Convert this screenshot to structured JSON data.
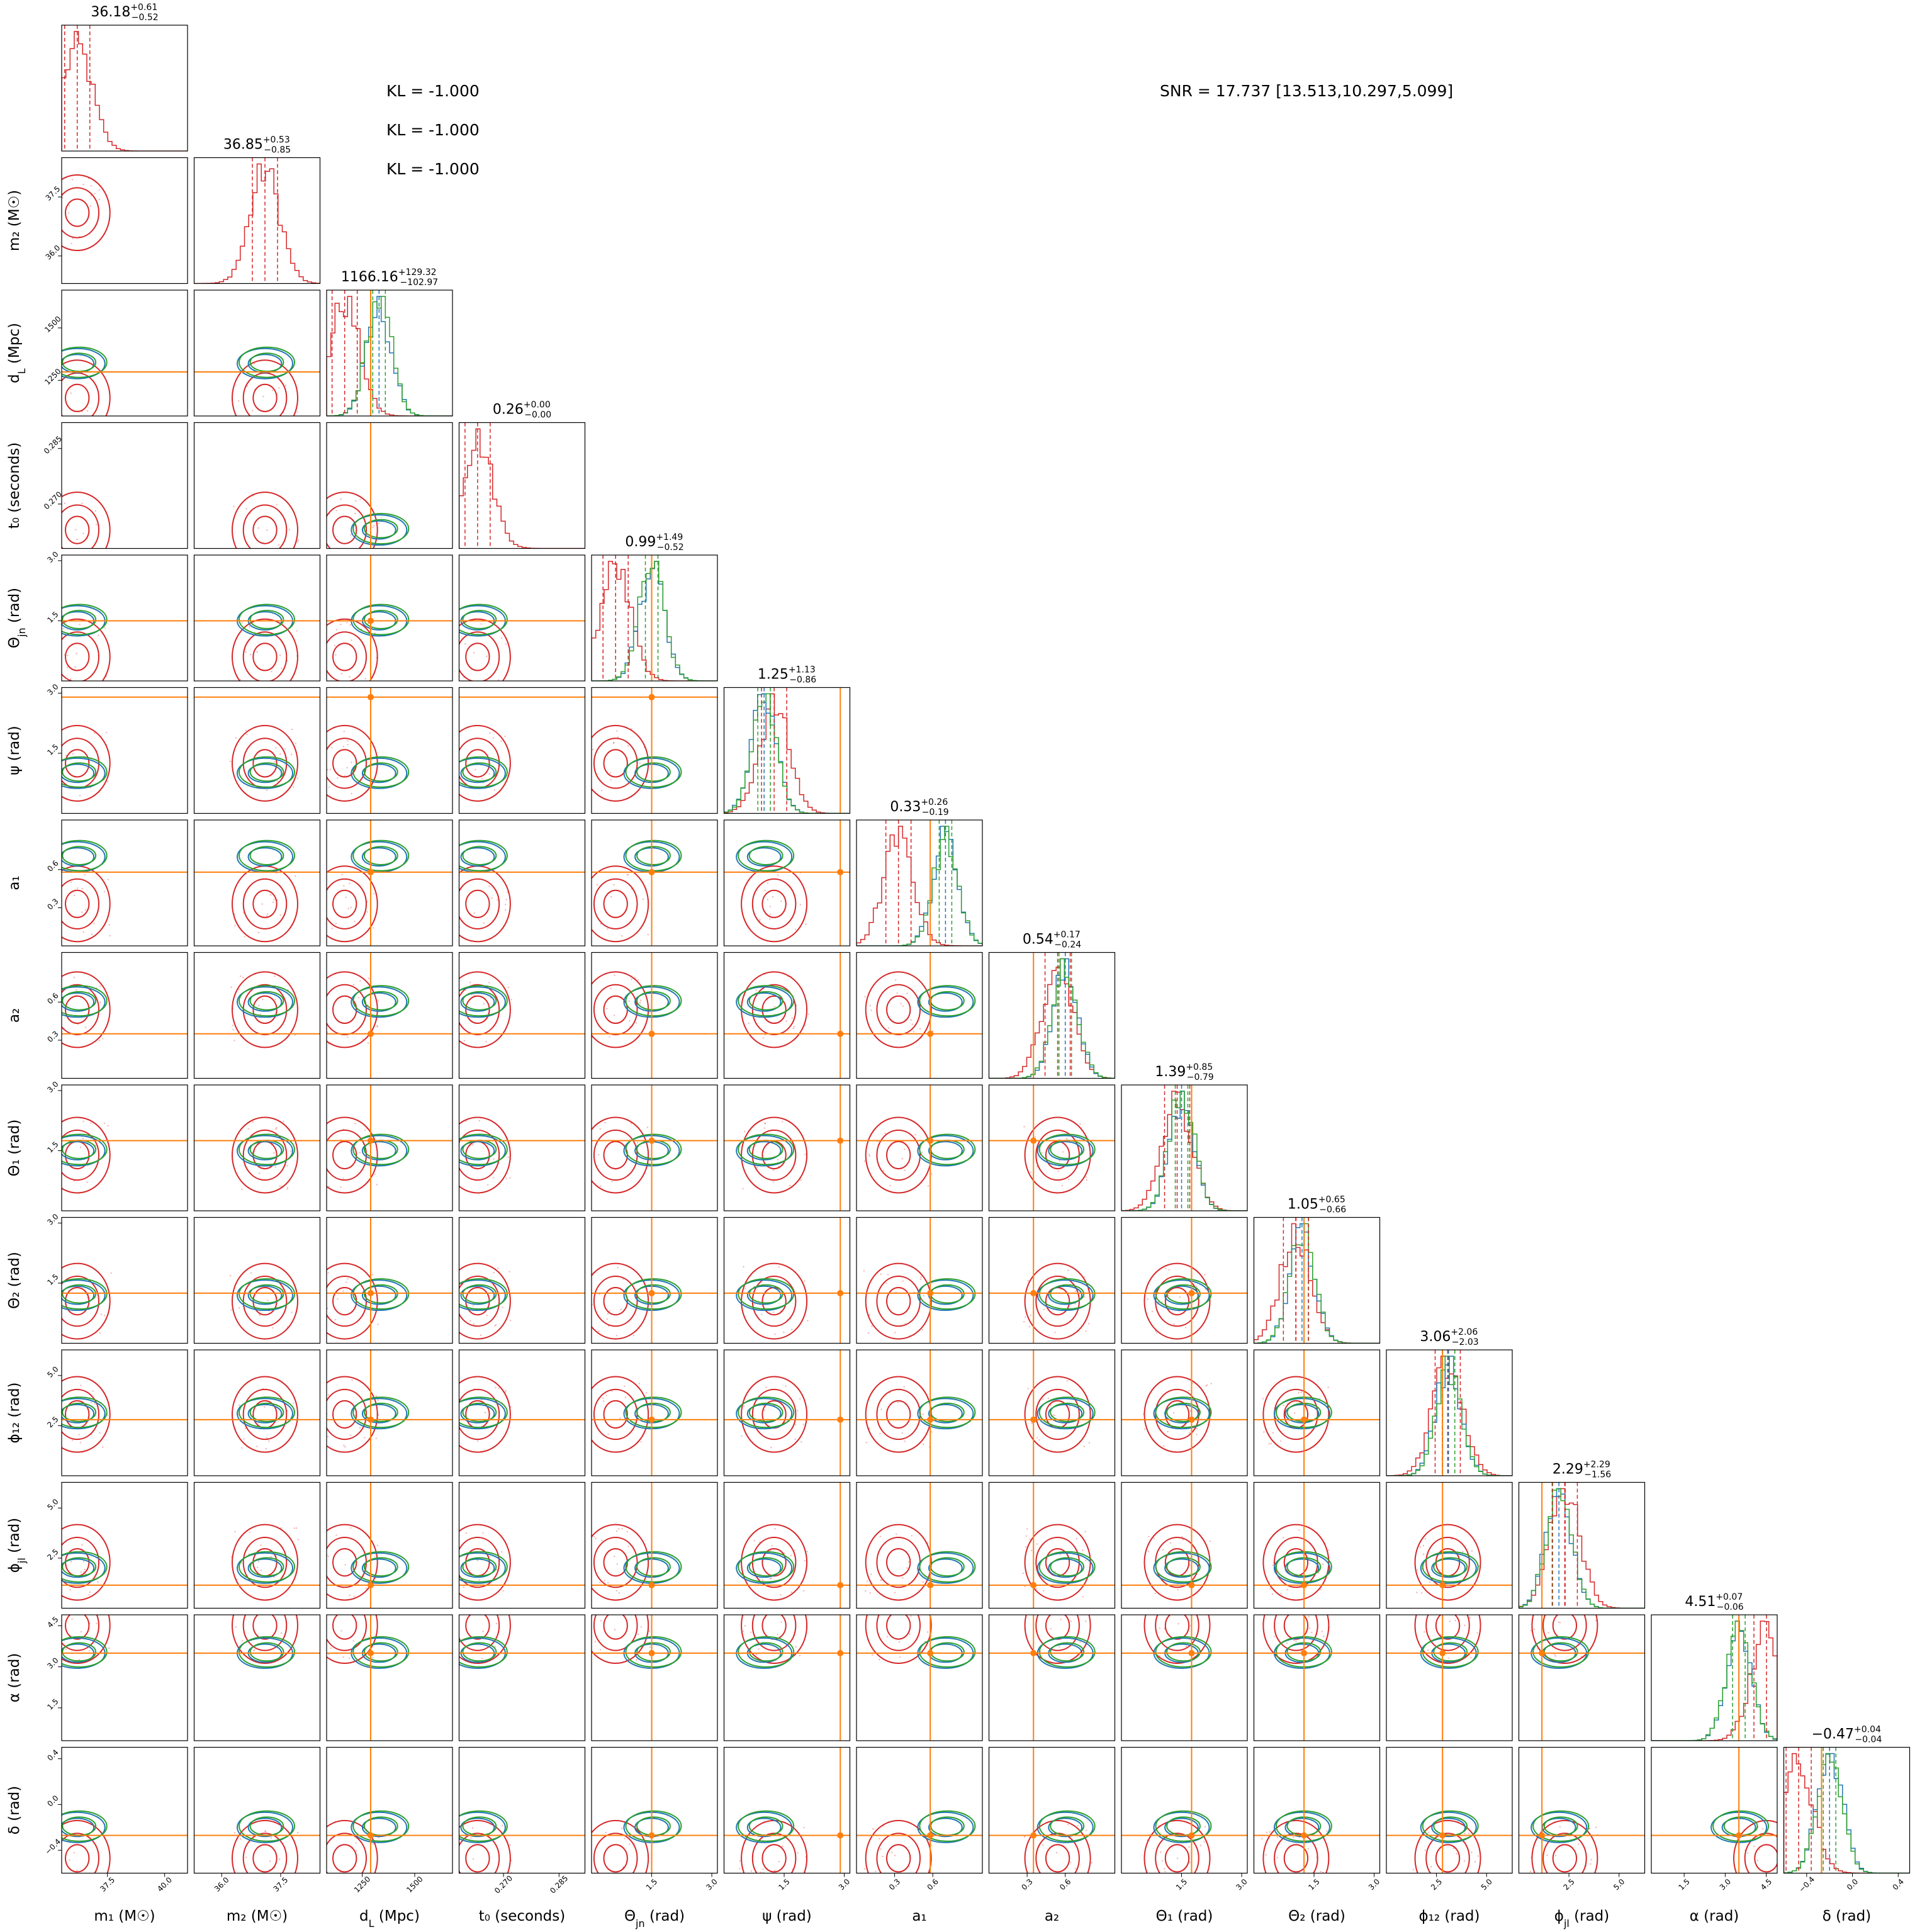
{
  "annotations": {
    "kl": [
      "KL = -1.000",
      "KL = -1.000",
      "KL = -1.000"
    ],
    "snr": "SNR = 17.737 [13.513,10.297,5.099]"
  },
  "colors": {
    "red": "#d62728",
    "blue": "#1f77b4",
    "green": "#2ca02c",
    "truth": "#ff7f0e"
  },
  "chart_data": {
    "type": "corner",
    "n_params": 14,
    "series": [
      {
        "color": "#d62728"
      },
      {
        "color": "#1f77b4"
      },
      {
        "color": "#2ca02c"
      }
    ],
    "params": [
      {
        "label": "m₁ (M☉)",
        "range": [
          35.5,
          41.0
        ],
        "ticks": [
          37.5,
          40.0
        ],
        "tick_labels": [
          "37.5",
          "40.0"
        ],
        "title_val": "36.18",
        "title_up": "+0.61",
        "title_lo": "−0.52",
        "truth": null,
        "red_center": 36.18,
        "shared_center": null
      },
      {
        "label": "m₂ (M☉)",
        "range": [
          35.3,
          38.5
        ],
        "ticks": [
          36.0,
          37.5
        ],
        "tick_labels": [
          "36.0",
          "37.5"
        ],
        "title_val": "36.85",
        "title_up": "+0.53",
        "title_lo": "−0.85",
        "truth": null,
        "red_center": 37.1,
        "shared_center": null
      },
      {
        "label": "d_L (Mpc)",
        "range": [
          1080,
          1680
        ],
        "ticks": [
          1250,
          1500
        ],
        "tick_labels": [
          "1250",
          "1500"
        ],
        "title_val": "1166.16",
        "title_up": "+129.32",
        "title_lo": "−102.97",
        "truth": 1290,
        "red_center": 1166,
        "shared_center": 1330
      },
      {
        "label": "t₀ (seconds)",
        "range": [
          0.258,
          0.292
        ],
        "ticks": [
          0.27,
          0.285
        ],
        "tick_labels": [
          "0.270",
          "0.285"
        ],
        "title_val": "0.26",
        "title_up": "+0.00",
        "title_lo": "−0.00",
        "truth": null,
        "red_center": 0.263,
        "shared_center": null
      },
      {
        "label": "Θ_jn (rad)",
        "range": [
          0,
          3.14
        ],
        "ticks": [
          1.5,
          3.0
        ],
        "tick_labels": [
          "1.5",
          "3.0"
        ],
        "title_val": "0.99",
        "title_up": "+1.49",
        "title_lo": "−0.52",
        "truth": 1.5,
        "red_center": 0.6,
        "shared_center": 1.5
      },
      {
        "label": "ψ (rad)",
        "range": [
          0,
          3.14
        ],
        "ticks": [
          1.5,
          3.0
        ],
        "tick_labels": [
          "1.5",
          "3.0"
        ],
        "title_val": "1.25",
        "title_up": "+1.13",
        "title_lo": "−0.86",
        "truth": 2.9,
        "red_center": 1.25,
        "shared_center": 1.0
      },
      {
        "label": "a₁",
        "range": [
          0,
          0.99
        ],
        "ticks": [
          0.3,
          0.6
        ],
        "tick_labels": [
          "0.3",
          "0.6"
        ],
        "title_val": "0.33",
        "title_up": "+0.26",
        "title_lo": "−0.19",
        "truth": 0.58,
        "red_center": 0.33,
        "shared_center": 0.7
      },
      {
        "label": "a₂",
        "range": [
          0,
          0.99
        ],
        "ticks": [
          0.3,
          0.6
        ],
        "tick_labels": [
          "0.3",
          "0.6"
        ],
        "title_val": "0.54",
        "title_up": "+0.17",
        "title_lo": "−0.24",
        "truth": 0.35,
        "red_center": 0.54,
        "shared_center": 0.6
      },
      {
        "label": "Θ₁ (rad)",
        "range": [
          0,
          3.14
        ],
        "ticks": [
          1.5,
          3.0
        ],
        "tick_labels": [
          "1.5",
          "3.0"
        ],
        "title_val": "1.39",
        "title_up": "+0.85",
        "title_lo": "−0.79",
        "truth": 1.75,
        "red_center": 1.39,
        "shared_center": 1.5
      },
      {
        "label": "Θ₂ (rad)",
        "range": [
          0,
          3.14
        ],
        "ticks": [
          1.5,
          3.0
        ],
        "tick_labels": [
          "1.5",
          "3.0"
        ],
        "title_val": "1.05",
        "title_up": "+0.65",
        "title_lo": "−0.66",
        "truth": 1.25,
        "red_center": 1.05,
        "shared_center": 1.2
      },
      {
        "label": "ϕ₁₂ (rad)",
        "range": [
          0,
          6.28
        ],
        "ticks": [
          2.5,
          5.0
        ],
        "tick_labels": [
          "2.5",
          "5.0"
        ],
        "title_val": "3.06",
        "title_up": "+2.06",
        "title_lo": "−2.03",
        "truth": 2.8,
        "red_center": 3.06,
        "shared_center": 3.1
      },
      {
        "label": "ϕ_jl (rad)",
        "range": [
          0,
          6.28
        ],
        "ticks": [
          2.5,
          5.0
        ],
        "tick_labels": [
          "2.5",
          "5.0"
        ],
        "title_val": "2.29",
        "title_up": "+2.29",
        "title_lo": "−1.56",
        "truth": 1.15,
        "red_center": 2.29,
        "shared_center": 2.0
      },
      {
        "label": "α (rad)",
        "range": [
          0.3,
          4.9
        ],
        "ticks": [
          1.5,
          3.0,
          4.5
        ],
        "tick_labels": [
          "1.5",
          "3.0",
          "4.5"
        ],
        "title_val": "4.51",
        "title_up": "+0.07",
        "title_lo": "−0.06",
        "truth": 3.5,
        "red_center": 4.51,
        "shared_center": 3.5
      },
      {
        "label": "δ (rad)",
        "range": [
          -0.6,
          0.5
        ],
        "ticks": [
          -0.4,
          0.0,
          0.4
        ],
        "tick_labels": [
          "−0.4",
          "0.0",
          "0.4"
        ],
        "title_val": "−0.47",
        "title_up": "+0.04",
        "title_lo": "−0.04",
        "truth": -0.27,
        "red_center": -0.47,
        "shared_center": -0.2
      }
    ]
  }
}
